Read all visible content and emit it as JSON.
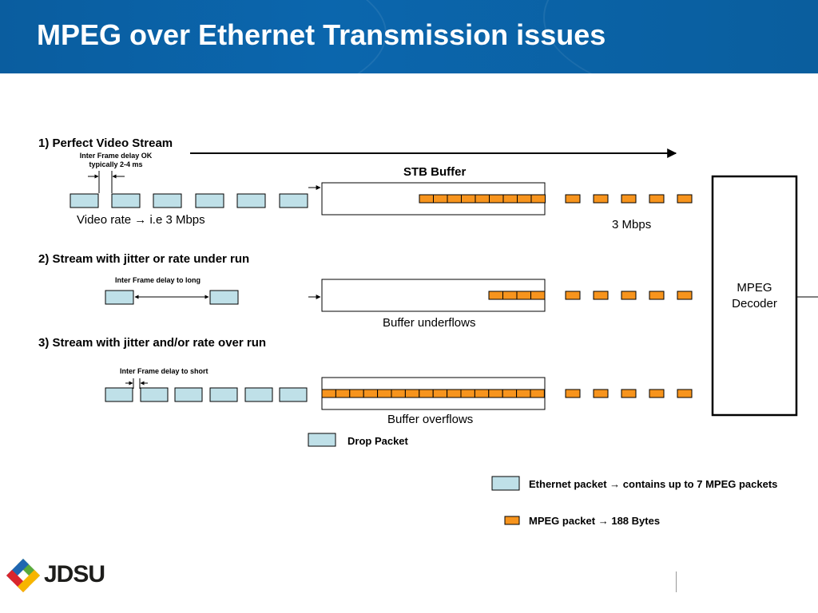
{
  "title": "MPEG over Ethernet Transmission issues",
  "sections": {
    "s1": {
      "heading": "1) Perfect Video Stream",
      "delay_note_line1": "Inter Frame delay OK",
      "delay_note_line2": "typically 2-4 ms",
      "rate_label": "Video rate",
      "rate_value": "i.e 3 Mbps"
    },
    "s2": {
      "heading": "2) Stream with jitter or rate under run",
      "delay_note": "Inter Frame delay to long",
      "buffer_caption": "Buffer underflows"
    },
    "s3": {
      "heading": "3) Stream with jitter and/or rate over run",
      "delay_note": "Inter Frame delay to short",
      "buffer_caption": "Buffer overflows",
      "drop_label": "Drop Packet"
    }
  },
  "buffer_title": "STB Buffer",
  "output_rate": "3 Mbps",
  "decoder": {
    "line1": "MPEG",
    "line2": "Decoder"
  },
  "legend": {
    "ethernet_label": "Ethernet packet",
    "ethernet_desc": "contains up to 7 MPEG packets",
    "mpeg_label": "MPEG packet",
    "mpeg_desc": "188 Bytes"
  },
  "arrow_glyph": "→",
  "logo": {
    "text": "JDSU"
  },
  "colors": {
    "header_bg": "#0b66ad",
    "ethernet_packet": "#bfe0e8",
    "mpeg_packet": "#f7941d",
    "logo_green": "#5aaa3c",
    "logo_blue": "#1f66b0",
    "logo_red": "#d9262c",
    "logo_yellow": "#f7b500"
  },
  "icons": [
    "arrow-right-icon",
    "jdsu-logo-icon"
  ]
}
